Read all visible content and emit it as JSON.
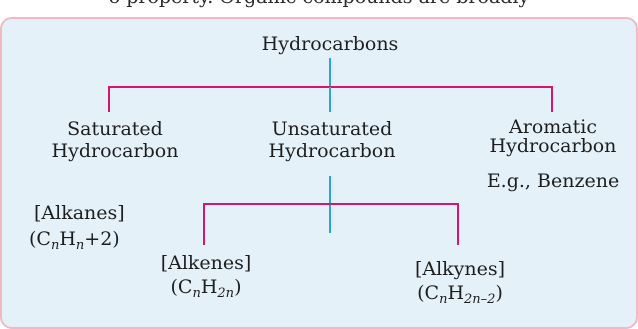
{
  "top_cut_text": "o property. Organic compounds are broadly",
  "root": {
    "label": "Hydrocarbons"
  },
  "saturated": {
    "line1": "Saturated",
    "line2": "Hydrocarbon",
    "class_label": "[Alkanes]",
    "formula": {
      "open": "(C",
      "sub1": "n",
      "mid": "H",
      "sub2": "n",
      "tail": "+2)"
    }
  },
  "unsaturated": {
    "line1": "Unsaturated",
    "line2": "Hydrocarbon"
  },
  "aromatic": {
    "line1": "Aromatic",
    "line2": "Hydrocarbon",
    "example": "E.g., Benzene"
  },
  "alkenes": {
    "class_label": "[Alkenes]",
    "formula": {
      "open": "(C",
      "sub1": "n",
      "mid": "H",
      "sub2": "2n",
      "tail": ")"
    }
  },
  "alkynes": {
    "class_label": "[Alkynes]",
    "formula": {
      "open": "(C",
      "sub1": "n",
      "mid": "H",
      "sub2": "2n–2",
      "tail": ")"
    }
  },
  "colors": {
    "panel_background": "#e4f1f8",
    "panel_border": "#f2b9c4",
    "branch_line": "#d6156c",
    "stem_line": "#2aa6d8"
  }
}
